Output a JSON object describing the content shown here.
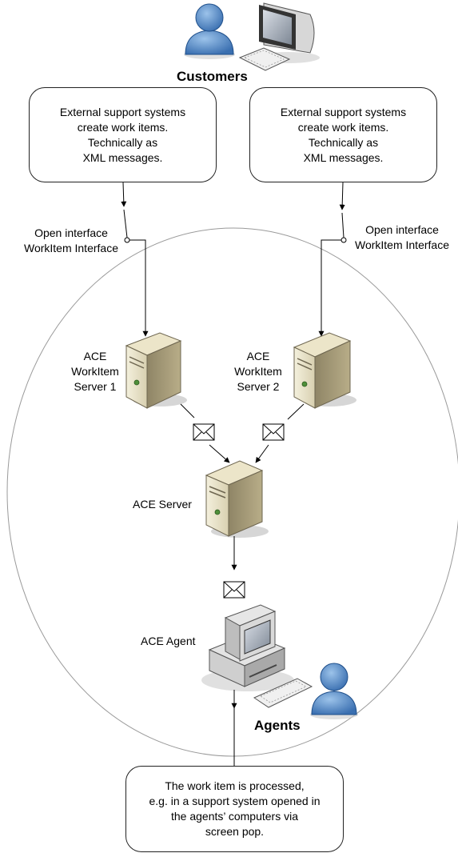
{
  "customers": {
    "title": "Customers",
    "boxes": [
      {
        "lines": [
          "External support systems",
          "create work items.",
          "Technically as",
          "XML messages."
        ]
      },
      {
        "lines": [
          "External support systems",
          "create work items.",
          "Technically as",
          "XML messages."
        ]
      }
    ]
  },
  "interfaces": [
    {
      "lines": [
        "Open interface",
        "WorkItem Interface"
      ]
    },
    {
      "lines": [
        "Open interface",
        "WorkItem Interface"
      ]
    }
  ],
  "servers": [
    {
      "lines": [
        "ACE",
        "WorkItem",
        "Server 1"
      ]
    },
    {
      "lines": [
        "ACE",
        "WorkItem",
        "Server 2"
      ]
    }
  ],
  "ace_server": {
    "label": "ACE Server"
  },
  "ace_agent": {
    "label": "ACE Agent"
  },
  "agents": {
    "title": "Agents"
  },
  "result_box": {
    "lines": [
      "The work item is processed,",
      "e.g. in a support system opened in",
      "the agents’ computers via",
      "screen pop."
    ]
  }
}
